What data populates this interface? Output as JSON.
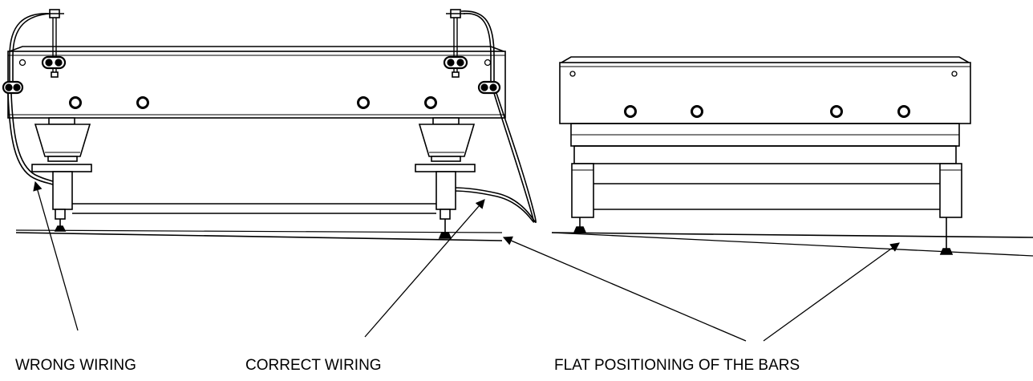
{
  "captions": {
    "wrong_wiring": "WRONG WIRING",
    "correct_wiring": "CORRECT WIRING",
    "flat_positioning": "FLAT POSITIONING OF THE BARS"
  },
  "colors": {
    "ink": "#000000",
    "background": "#ffffff"
  }
}
